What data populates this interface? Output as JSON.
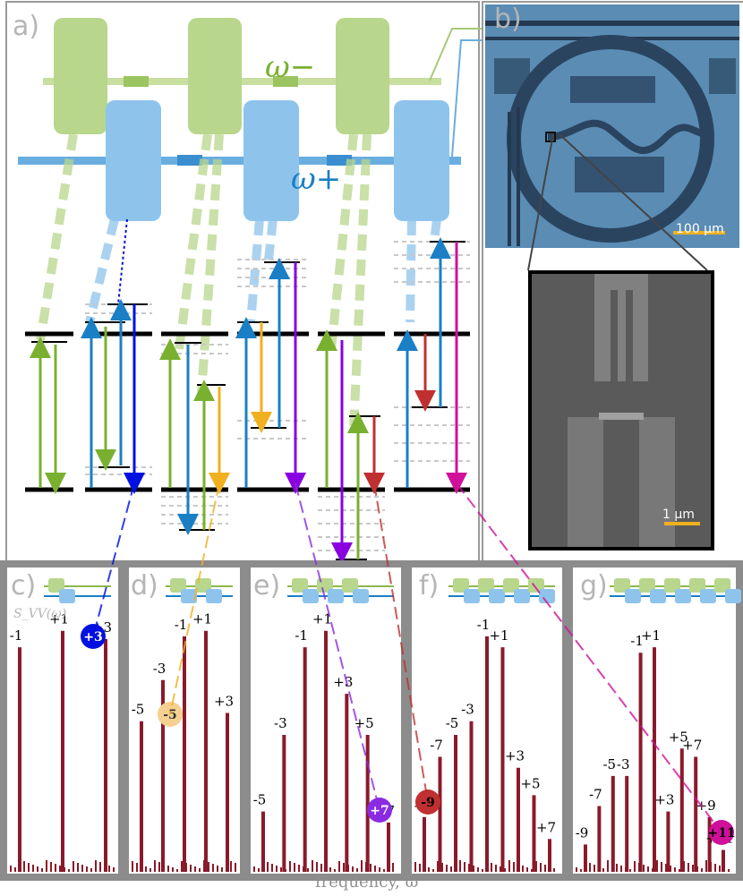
{
  "panels": {
    "a": {
      "label": "a)",
      "omega_minus": "ω−",
      "omega_plus": "ω+"
    },
    "b": {
      "label": "b)",
      "scale_optical": "100 μm",
      "scale_sem": "1 μm"
    },
    "c": {
      "label": "c)",
      "ylabel": "S_VV(ω)",
      "marker": "+3"
    },
    "d": {
      "label": "d)",
      "marker": "-5"
    },
    "e": {
      "label": "e)",
      "marker": "+7"
    },
    "f": {
      "label": "f)",
      "marker": "-9"
    },
    "g": {
      "label": "g)",
      "marker": "+11"
    }
  },
  "xlabel": "frequency, ω",
  "colors": {
    "green": "#8cb84a",
    "blue": "#1a7fc4",
    "darkblue": "#0010e0",
    "orange": "#f0b020",
    "purple": "#8a2be2",
    "red": "#c03030",
    "magenta": "#d0109a",
    "peak": "#8a1a2a",
    "chip": "#5a8cb4"
  },
  "chart_data": [
    {
      "panel": "c",
      "type": "bar",
      "categories": [
        "-1",
        "+1",
        "+3"
      ],
      "values": [
        0.82,
        0.88,
        0.85
      ]
    },
    {
      "panel": "d",
      "type": "bar",
      "categories": [
        "-5",
        "-3",
        "-1",
        "+1",
        "+3"
      ],
      "values": [
        0.55,
        0.7,
        0.86,
        0.88,
        0.58
      ]
    },
    {
      "panel": "e",
      "type": "bar",
      "categories": [
        "-5",
        "-3",
        "-1",
        "+1",
        "+3",
        "+5",
        "+7"
      ],
      "values": [
        0.22,
        0.5,
        0.82,
        0.88,
        0.65,
        0.5,
        0.18
      ]
    },
    {
      "panel": "f",
      "type": "bar",
      "categories": [
        "-9",
        "-7",
        "-5",
        "-3",
        "-1",
        "+1",
        "+3",
        "+5",
        "+7"
      ],
      "values": [
        0.2,
        0.42,
        0.5,
        0.55,
        0.86,
        0.82,
        0.38,
        0.28,
        0.12
      ]
    },
    {
      "panel": "g",
      "type": "bar",
      "categories": [
        "-9",
        "-7",
        "-5",
        "-3",
        "-1",
        "+1",
        "+3",
        "+5",
        "+7",
        "+9",
        "+11"
      ],
      "values": [
        0.1,
        0.24,
        0.35,
        0.35,
        0.8,
        0.82,
        0.22,
        0.45,
        0.42,
        0.2,
        0.08
      ]
    }
  ]
}
